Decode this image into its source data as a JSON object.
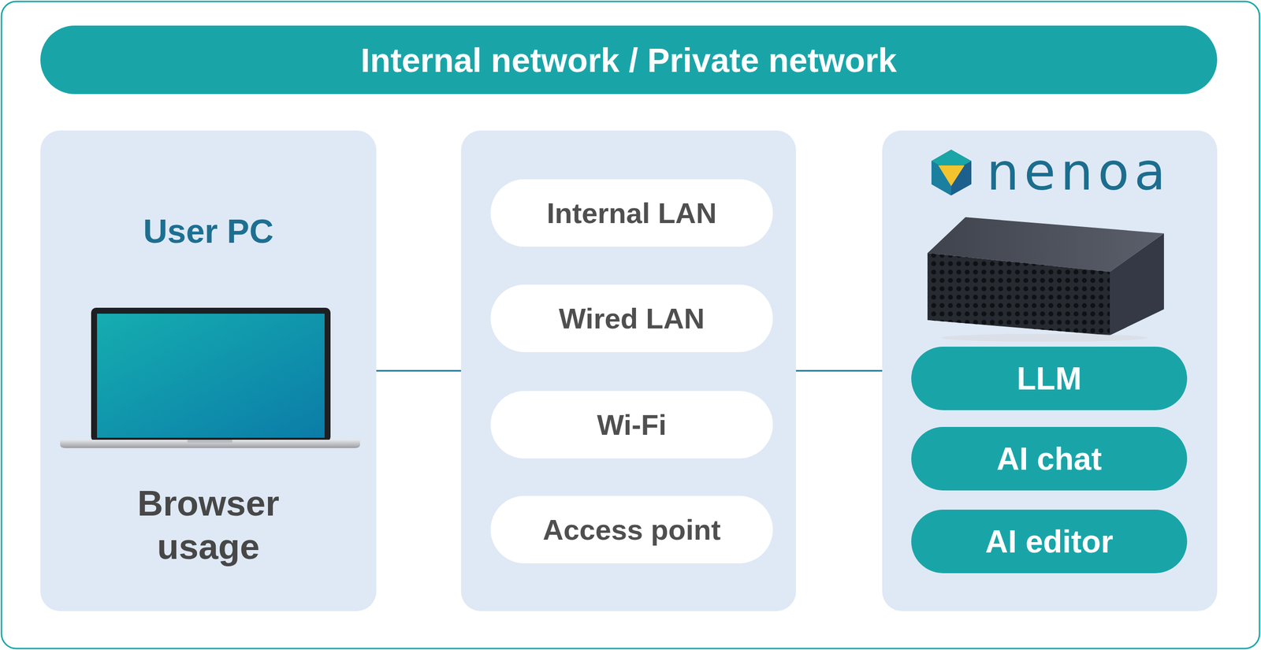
{
  "diagram": {
    "nodes": [
      {
        "text": [
          "Internal network / Private network"
        ]
      },
      {
        "text": [
          "User PC",
          "Browser usage"
        ]
      },
      {
        "text": []
      },
      {
        "text": [
          "Internal LAN"
        ],
        "in": 2
      },
      {
        "text": [
          "Wired LAN"
        ],
        "in": 2
      },
      {
        "text": [
          "Wi-Fi"
        ],
        "in": 2
      },
      {
        "text": [
          "Access point"
        ],
        "in": 2
      },
      {
        "text": [
          "nenoa"
        ]
      },
      {
        "text": [
          "LLM"
        ],
        "in": 7
      },
      {
        "text": [
          "AI chat"
        ],
        "in": 7
      },
      {
        "text": [
          "AI editor"
        ],
        "in": 7
      }
    ],
    "edges": [
      {
        "from": 1,
        "to": 2,
        "arrow": "none"
      },
      {
        "from": 2,
        "to": 7,
        "arrow": "none"
      }
    ]
  }
}
